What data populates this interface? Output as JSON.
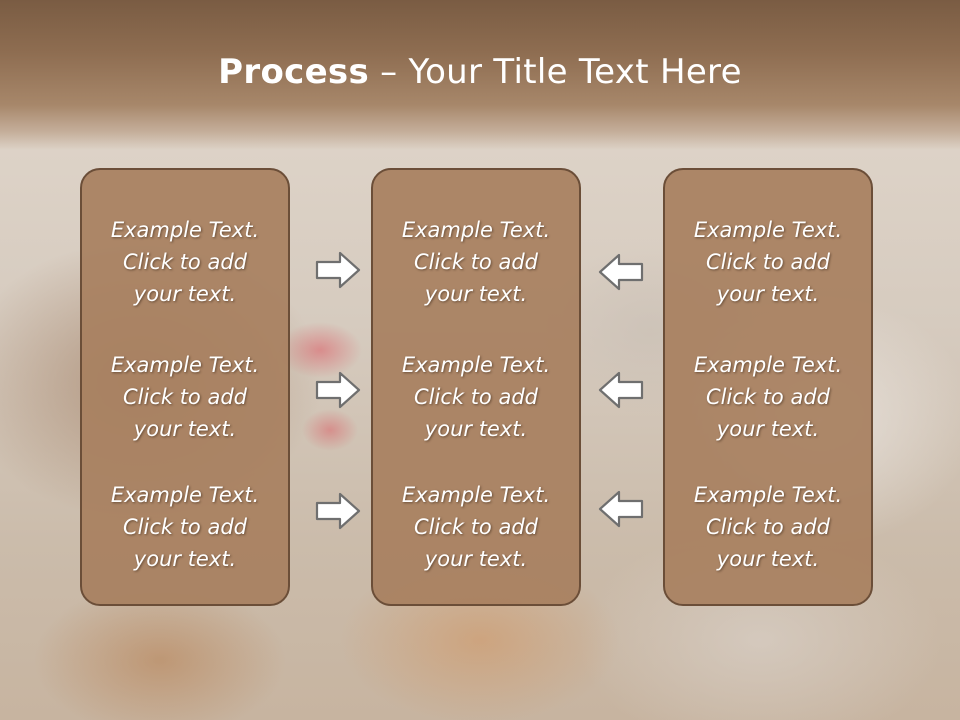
{
  "title": {
    "bold": "Process",
    "rest": " – Your Title Text Here"
  },
  "item": {
    "line1": "Example Text.",
    "line2": "Click  to add",
    "line3": "your text."
  },
  "arrows": {
    "left_column": "right-arrow-icon",
    "right_column": "left-arrow-icon"
  },
  "colors": {
    "header": "#8e6d51",
    "panel_fill": "#a88060",
    "panel_border": "#6b4e38",
    "text": "#ffffff",
    "arrow_fill": "#ffffff",
    "arrow_stroke": "#6f6f6f"
  }
}
